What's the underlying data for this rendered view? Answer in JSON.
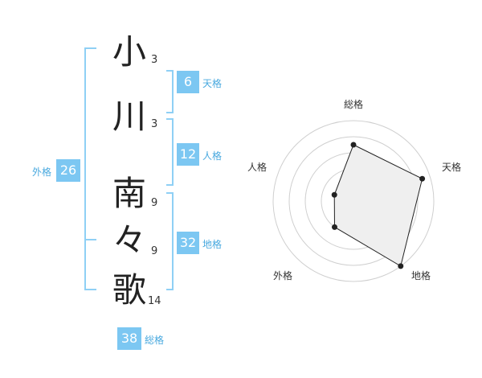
{
  "name": {
    "chars": [
      {
        "char": "小",
        "strokes": "3"
      },
      {
        "char": "川",
        "strokes": "3"
      },
      {
        "char": "南",
        "strokes": "9"
      },
      {
        "char": "々",
        "strokes": "9"
      },
      {
        "char": "歌",
        "strokes": "14"
      }
    ]
  },
  "fortunes": {
    "ten": {
      "label": "天格",
      "value": "6"
    },
    "jin": {
      "label": "人格",
      "value": "12"
    },
    "chi": {
      "label": "地格",
      "value": "32"
    },
    "gai": {
      "label": "外格",
      "value": "26"
    },
    "sou": {
      "label": "総格",
      "value": "38"
    }
  },
  "colors": {
    "accent": "#7cc7f2",
    "accent_text": "#49a9df",
    "bracket": "#8fd0f5"
  },
  "radar": {
    "axes": [
      "総格",
      "天格",
      "地格",
      "外格",
      "人格"
    ],
    "levels": [
      0.7,
      0.9,
      1.0,
      0.4,
      0.25
    ]
  }
}
